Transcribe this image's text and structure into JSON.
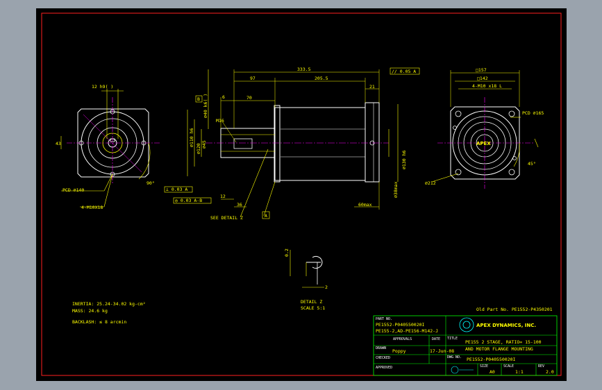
{
  "left_view": {
    "dim_top": "12 h9( )",
    "dim_left": "43",
    "pcd": "PCD ⌀140",
    "holes": "4-M10X18",
    "angle": "90°",
    "gdt_perp": "⊥  0.03  A",
    "gdt_pos": "◎  0.03  A-B"
  },
  "side_view": {
    "overall_length": "333.5",
    "len_97": "97",
    "len_2055": "205.5",
    "len_70": "70",
    "len_21": "21",
    "len_6": "6",
    "len_12": "12",
    "len_36": "36",
    "len_60": "60max",
    "dia_40": "⌀40 k6( )",
    "dia_110": "⌀110 h6",
    "dia_45": "⌀45",
    "dia_120": "⌀120",
    "dia_130": "⌀130 h6",
    "dia_38": "⌀38max",
    "m16": "M16",
    "parallel": "//  0.05  A",
    "see_detail": "SEE DETAIL Z",
    "datum_a": "A",
    "datum_b": "B"
  },
  "right_view": {
    "sq_top": "□157",
    "sq_inner": "□142",
    "holes": "4-M10 x18 L",
    "pcd": "PCD ⌀165",
    "dia_212": "⌀212",
    "angle": "45°",
    "brand_center": "APEX"
  },
  "detail": {
    "dim_top": "0.2",
    "dim_bottom": "2",
    "label": "DETAIL Z",
    "scale": "SCALE 5:1"
  },
  "notes": {
    "inertia": "INERTIA: 25.24-34.02 kg-cm²",
    "mass": "MASS: 24.6 kg",
    "backlash": "BACKLASH: ≤ 8 arcmin",
    "old_part": "Old Part No. PE1552-P4350201"
  },
  "title_block": {
    "part_no_label": "PART NO.",
    "part_no_1": "PE1552-P040550020I",
    "part_no_2": "PE155-2,AD-PE156-M142-J",
    "company": "APEX DYNAMICS, INC.",
    "approvals_label": "APPROVALS",
    "date_label": "DATE",
    "title_label": "TITLE",
    "title_line1": "PE155 2 STAGE, RATIO= 15-100",
    "title_line2": "AND MOTOR FLANGE MOUNTING",
    "drawn_label": "DRAWN",
    "drawn_by": "Poppy",
    "drawn_date": "17-Jun-08",
    "dwg_no_label": "DWG NO.",
    "dwg_no": "PE1552-P040550020I",
    "checked_label": "CHECKED",
    "approved_label": "APPROVED",
    "size_label": "SIZE",
    "size": "A0",
    "scale_label": "SCALE",
    "scale": "1:1",
    "rev_label": "REV",
    "rev": "2.0"
  },
  "colors": {
    "background": "#000000",
    "dimension": "#ffff00",
    "outline": "#ffffff",
    "center": "#ff00ff",
    "border": "#ff2020"
  }
}
